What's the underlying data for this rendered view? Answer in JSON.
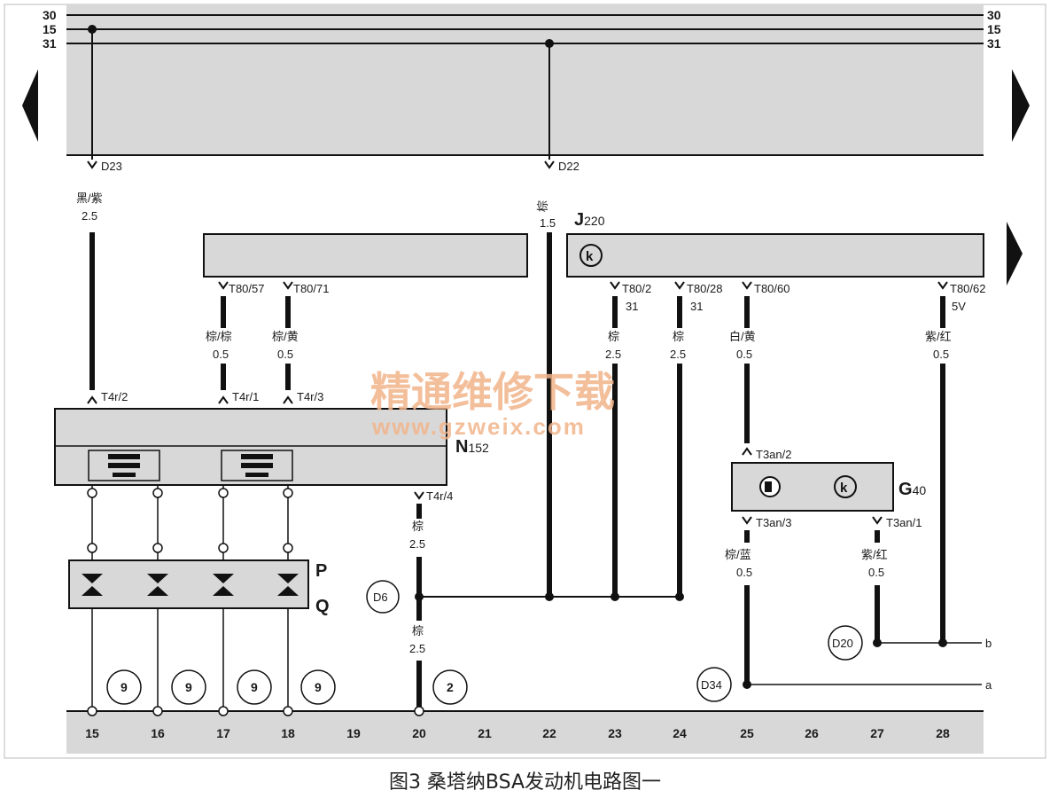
{
  "rails": {
    "r30": "30",
    "r15": "15",
    "r31": "31"
  },
  "nodes": {
    "d23": "D23",
    "d22": "D22",
    "d6": "D6",
    "d20": "D20",
    "d34": "D34"
  },
  "wires": {
    "w15_color": "黑/紫",
    "w15_size": "2.5",
    "w22_color": "棕",
    "w22_size": "1.5",
    "w17_color": "棕/棕",
    "w17_size": "0.5",
    "w18_color": "棕/黄",
    "w18_size": "0.5",
    "w23_color": "棕",
    "w23_size": "2.5",
    "w24_color": "棕",
    "w24_size": "2.5",
    "w25_color": "白/黄",
    "w25_size": "0.5",
    "w28_color": "紫/红",
    "w28_size": "0.5",
    "w20a_color": "棕",
    "w20a_size": "2.5",
    "w20b_color": "棕",
    "w20b_size": "2.5",
    "w25b_color": "棕/蓝",
    "w25b_size": "0.5",
    "w27_color": "紫/红",
    "w27_size": "0.5"
  },
  "pins": {
    "t80_57": "T80/57",
    "t80_71": "T80/71",
    "t80_2": "T80/2",
    "t80_28": "T80/28",
    "t80_60": "T80/60",
    "t80_62": "T80/62",
    "t80_2_sub": "31",
    "t80_28_sub": "31",
    "t80_62_sub": "5V",
    "t4r_2": "T4r/2",
    "t4r_1": "T4r/1",
    "t4r_3": "T4r/3",
    "t4r_4": "T4r/4",
    "t3an_2": "T3an/2",
    "t3an_3": "T3an/3",
    "t3an_1": "T3an/1"
  },
  "components": {
    "j220_main": "J",
    "j220_sub": "220",
    "n152_main": "N",
    "n152_sub": "152",
    "g40_main": "G",
    "g40_sub": "40",
    "p": "P",
    "q": "Q"
  },
  "circles": {
    "c15": "9",
    "c16": "9",
    "c17": "9",
    "c18": "9",
    "c20": "2"
  },
  "ends": {
    "a": "a",
    "b": "b"
  },
  "columns": [
    "15",
    "16",
    "17",
    "18",
    "19",
    "20",
    "21",
    "22",
    "23",
    "24",
    "25",
    "26",
    "27",
    "28"
  ],
  "watermark": {
    "cn": "精通维修下载",
    "url": "www.gzweix.com"
  },
  "caption": "图3 桑塔纳BSA发动机电路图一"
}
